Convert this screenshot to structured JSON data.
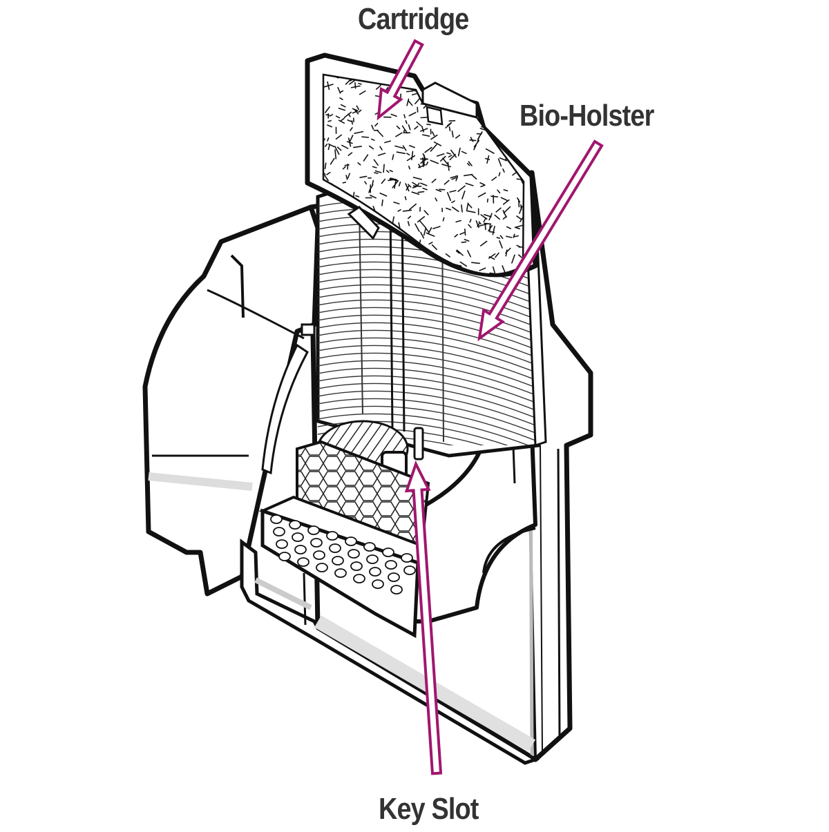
{
  "diagram": {
    "callouts": [
      {
        "id": "cartridge",
        "label": "Cartridge"
      },
      {
        "id": "bio-holster",
        "label": "Bio-Holster"
      },
      {
        "id": "key-slot",
        "label": "Key Slot"
      }
    ],
    "colors": {
      "arrow": "#a0176e",
      "arrow_fill": "#ffffff",
      "outline": "#111111",
      "body": "#ffffff",
      "shadow": "#e2e2e2",
      "label": "#333333"
    }
  }
}
